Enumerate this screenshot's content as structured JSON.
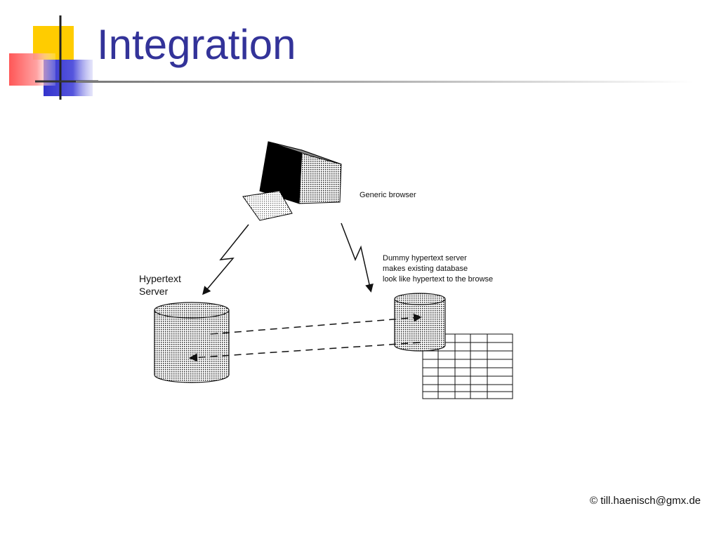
{
  "slide": {
    "title": "Integration",
    "footer": "© till.haenisch@gmx.de"
  },
  "diagram": {
    "browser_label": "Generic browser",
    "hypertext_server_label": [
      "Hypertext",
      "Server"
    ],
    "dummy_server_label": [
      "Dummy hypertext server",
      "makes existing database",
      "look like hypertext to the browse"
    ]
  },
  "colors": {
    "title": "#333399",
    "deco_yellow": "#ffcc00",
    "deco_blue": "#3333cc",
    "deco_red": "#ff3333"
  }
}
